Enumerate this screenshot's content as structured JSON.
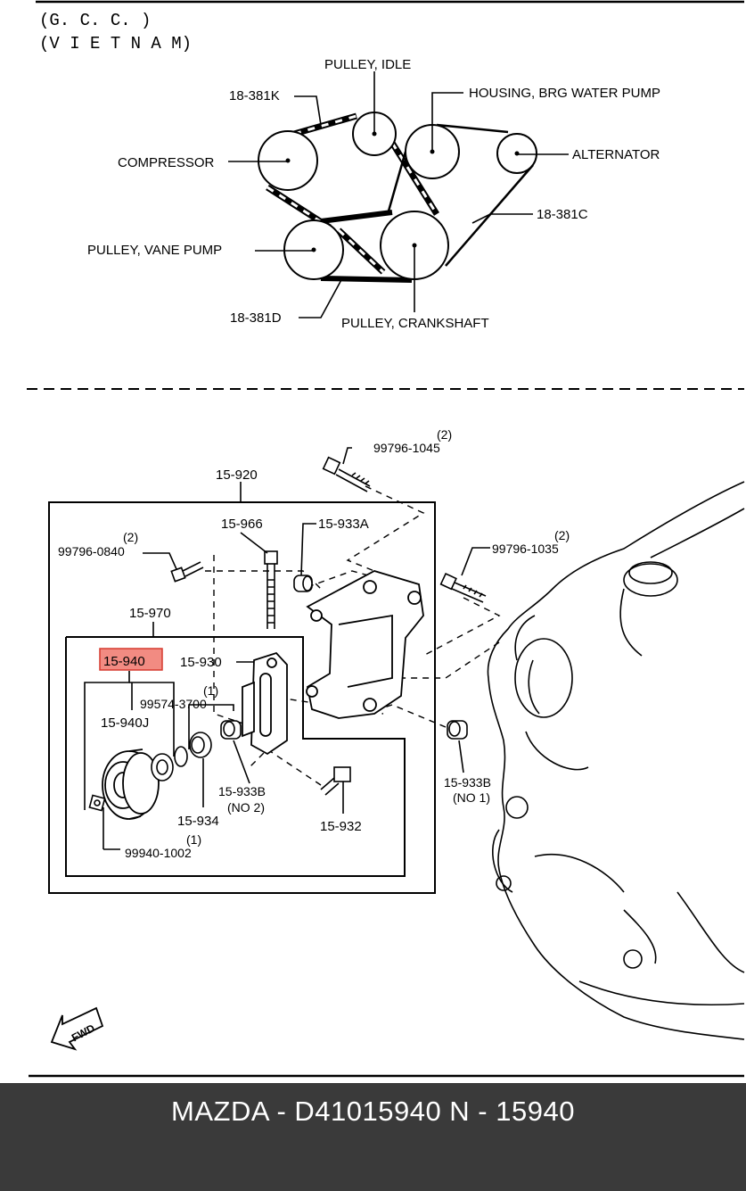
{
  "header": {
    "line1": "(G. C. C. )",
    "line2": "(V I E T N A M)"
  },
  "belt_diagram": {
    "labels": {
      "pulley_idle": "PULLEY, IDLE",
      "belt_k": "18-381K",
      "housing": "HOUSING, BRG  WATER  PUMP",
      "compressor": "COMPRESSOR",
      "alternator": "ALTERNATOR",
      "belt_c": "18-381C",
      "pulley_vane": "PULLEY, VANE  PUMP",
      "belt_d": "18-381D",
      "pulley_crank": "PULLEY, CRANKSHAFT"
    }
  },
  "parts_diagram": {
    "labels": {
      "p_99796_1045": "99796-1045",
      "q_99796_1045": "(2)",
      "p_15_920": "15-920",
      "p_15_966": "15-966",
      "p_15_933A": "15-933A",
      "p_99796_0840": "99796-0840",
      "q_99796_0840": "(2)",
      "p_99796_1035": "99796-1035",
      "q_99796_1035": "(2)",
      "p_15_970": "15-970",
      "p_15_940": "15-940",
      "p_15_930": "15-930",
      "q_99574": "(1)",
      "p_99574_3700": "99574-3700",
      "p_15_940J": "15-940J",
      "p_15_933B_2": "15-933B",
      "n_no2": "(NO 2)",
      "p_15_934": "15-934",
      "p_15_933B_1": "15-933B",
      "n_no1": "(NO 1)",
      "p_15_932": "15-932",
      "q_99940": "(1)",
      "p_99940_1002": "99940-1002",
      "fwd": "FWD"
    },
    "highlight_color": "#f28b82"
  },
  "footer": {
    "text": "MAZDA - D41015940   N - 15940"
  }
}
